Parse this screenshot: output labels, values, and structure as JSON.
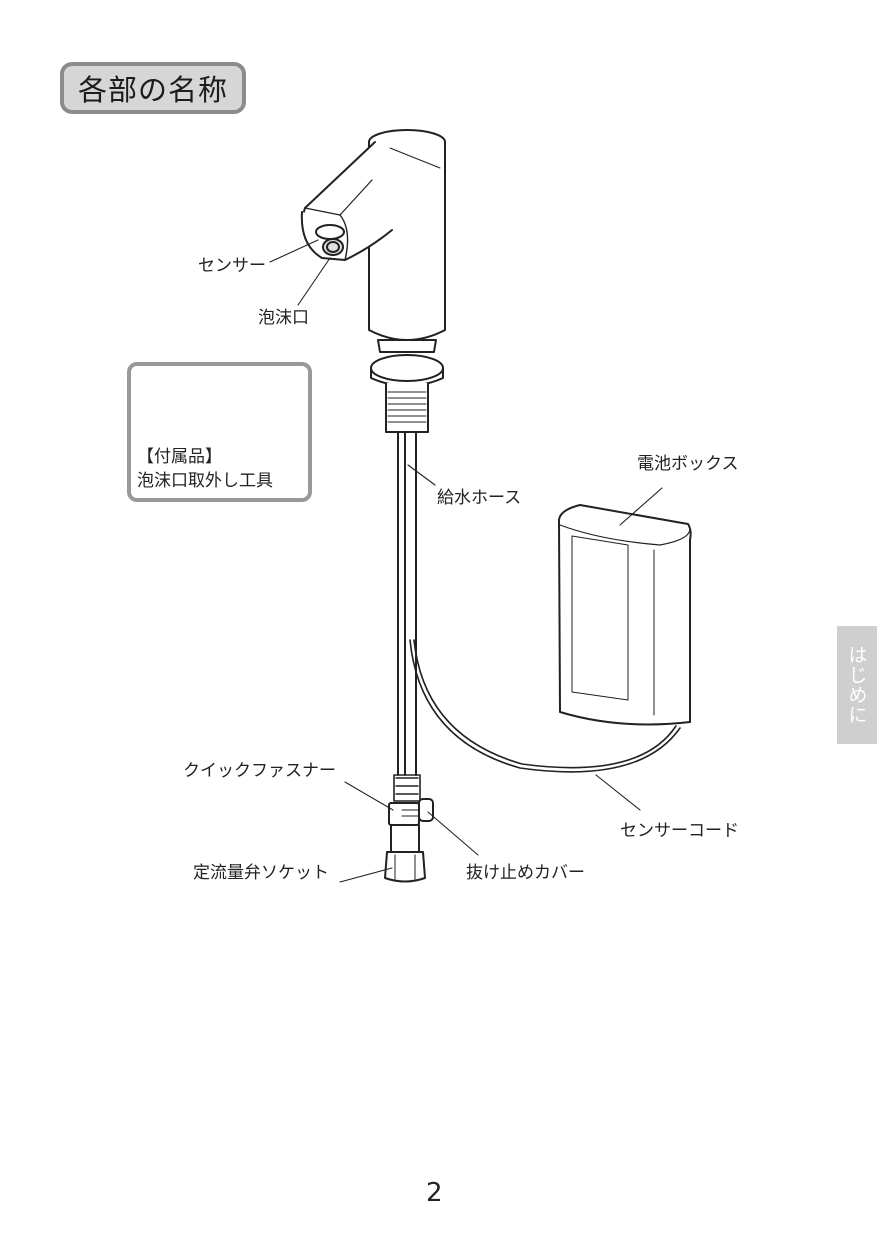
{
  "section": {
    "title": "各部の名称"
  },
  "parts": {
    "sensor": "センサー",
    "aerator": "泡沫口",
    "supply_hose": "給水ホース",
    "battery_box": "電池ボックス",
    "quick_fastener": "クイックファスナー",
    "flow_valve_socket": "定流量弁ソケット",
    "retaining_cover": "抜け止めカバー",
    "sensor_cord": "センサーコード"
  },
  "accessory": {
    "heading": "【付属品】",
    "name": "泡沫口取外し工具"
  },
  "side_tab": {
    "label": "はじめに"
  },
  "page": {
    "number": "2"
  },
  "colors": {
    "title_fill": "#d6d6d6",
    "title_border": "#8c8c8c",
    "accessory_border": "#999999",
    "side_tab_fill": "#cfcfcf",
    "line": "#222222"
  }
}
